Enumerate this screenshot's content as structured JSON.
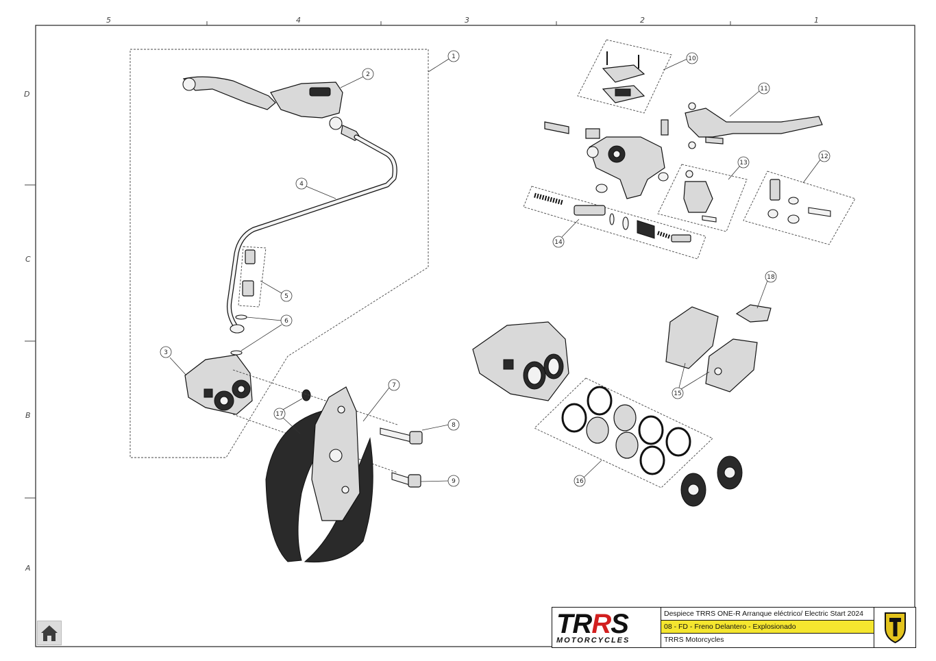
{
  "frame": {
    "columns": [
      "5",
      "4",
      "3",
      "2",
      "1"
    ],
    "rows": [
      "D",
      "C",
      "B",
      "A"
    ]
  },
  "callouts": [
    "1",
    "2",
    "3",
    "4",
    "5",
    "6",
    "7",
    "8",
    "9",
    "10",
    "11",
    "12",
    "13",
    "14",
    "15",
    "16",
    "17",
    "18"
  ],
  "title_block": {
    "brand_prefix": "TR",
    "brand_highlight": "R",
    "brand_suffix": "S",
    "brand_sub": "MOTORCYCLES",
    "line1": "Despiece TRRS ONE-R Arranque eléctrico/ Electric Start 2024",
    "line2": "08 - FD - Freno Delantero - Explosionado",
    "line3": "TRRS Motorcycles"
  },
  "colors": {
    "title_highlight": "#f5e62f",
    "brand_red": "#d21f1f",
    "shield": "#e3c31d"
  },
  "icons": {
    "home": "home-icon",
    "logo": "trrs-shield-icon"
  }
}
